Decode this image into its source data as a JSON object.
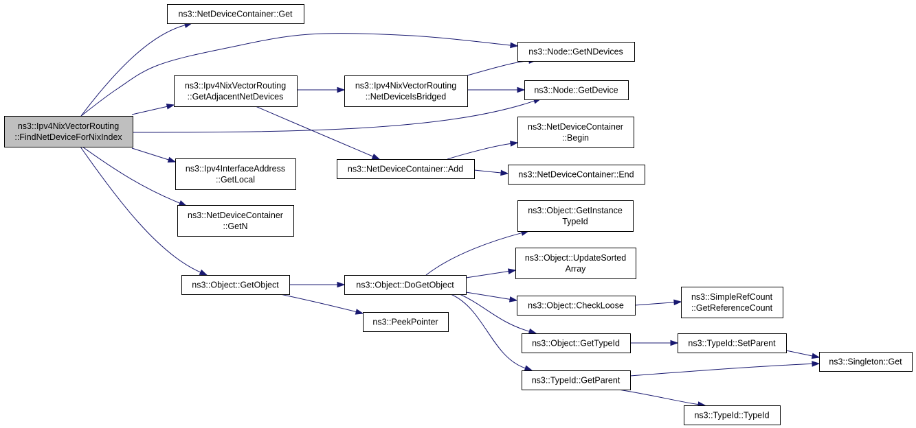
{
  "diagram": {
    "colors": {
      "edge": "#191970",
      "root_fill": "#bfbfbf",
      "node_fill": "#ffffff",
      "border": "#000000"
    },
    "nodes": [
      {
        "id": "root",
        "root": true,
        "lines": [
          "ns3::Ipv4NixVectorRouting",
          "::FindNetDeviceForNixIndex"
        ]
      },
      {
        "id": "ndc_get",
        "lines": [
          "ns3::NetDeviceContainer::Get"
        ]
      },
      {
        "id": "getadj",
        "lines": [
          "ns3::Ipv4NixVectorRouting",
          "::GetAdjacentNetDevices"
        ]
      },
      {
        "id": "ipv4_getlocal",
        "lines": [
          "ns3::Ipv4InterfaceAddress",
          "::GetLocal"
        ]
      },
      {
        "id": "ndc_getn",
        "lines": [
          "ns3::NetDeviceContainer",
          "::GetN"
        ]
      },
      {
        "id": "obj_getobject",
        "lines": [
          "ns3::Object::GetObject"
        ]
      },
      {
        "id": "isbridged",
        "lines": [
          "ns3::Ipv4NixVectorRouting",
          "::NetDeviceIsBridged"
        ]
      },
      {
        "id": "ndc_add",
        "lines": [
          "ns3::NetDeviceContainer::Add"
        ]
      },
      {
        "id": "obj_dogetobject",
        "lines": [
          "ns3::Object::DoGetObject"
        ]
      },
      {
        "id": "peekpointer",
        "lines": [
          "ns3::PeekPointer"
        ]
      },
      {
        "id": "node_getndevices",
        "lines": [
          "ns3::Node::GetNDevices"
        ]
      },
      {
        "id": "node_getdevice",
        "lines": [
          "ns3::Node::GetDevice"
        ]
      },
      {
        "id": "ndc_begin",
        "lines": [
          "ns3::NetDeviceContainer",
          "::Begin"
        ]
      },
      {
        "id": "ndc_end",
        "lines": [
          "ns3::NetDeviceContainer::End"
        ]
      },
      {
        "id": "obj_getinstancetypeid",
        "lines": [
          "ns3::Object::GetInstance",
          "TypeId"
        ]
      },
      {
        "id": "obj_updatesorted",
        "lines": [
          "ns3::Object::UpdateSorted",
          "Array"
        ]
      },
      {
        "id": "obj_checkloose",
        "lines": [
          "ns3::Object::CheckLoose"
        ]
      },
      {
        "id": "obj_gettypeid",
        "lines": [
          "ns3::Object::GetTypeId"
        ]
      },
      {
        "id": "typeid_getparent",
        "lines": [
          "ns3::TypeId::GetParent"
        ]
      },
      {
        "id": "simplerefcount",
        "lines": [
          "ns3::SimpleRefCount",
          "::GetReferenceCount"
        ]
      },
      {
        "id": "typeid_setparent",
        "lines": [
          "ns3::TypeId::SetParent"
        ]
      },
      {
        "id": "singleton_get",
        "lines": [
          "ns3::Singleton::Get"
        ]
      },
      {
        "id": "typeid_typeid",
        "lines": [
          "ns3::TypeId::TypeId"
        ]
      }
    ],
    "edges": [
      {
        "from": "root",
        "to": "ndc_get"
      },
      {
        "from": "root",
        "to": "node_getndevices"
      },
      {
        "from": "root",
        "to": "getadj"
      },
      {
        "from": "root",
        "to": "node_getdevice"
      },
      {
        "from": "root",
        "to": "ipv4_getlocal"
      },
      {
        "from": "root",
        "to": "ndc_getn"
      },
      {
        "from": "root",
        "to": "obj_getobject"
      },
      {
        "from": "getadj",
        "to": "isbridged"
      },
      {
        "from": "getadj",
        "to": "ndc_add"
      },
      {
        "from": "isbridged",
        "to": "node_getndevices"
      },
      {
        "from": "isbridged",
        "to": "node_getdevice"
      },
      {
        "from": "ndc_add",
        "to": "ndc_begin"
      },
      {
        "from": "ndc_add",
        "to": "ndc_end"
      },
      {
        "from": "obj_getobject",
        "to": "obj_dogetobject"
      },
      {
        "from": "obj_getobject",
        "to": "peekpointer"
      },
      {
        "from": "obj_dogetobject",
        "to": "obj_getinstancetypeid"
      },
      {
        "from": "obj_dogetobject",
        "to": "obj_updatesorted"
      },
      {
        "from": "obj_dogetobject",
        "to": "obj_checkloose"
      },
      {
        "from": "obj_dogetobject",
        "to": "obj_gettypeid"
      },
      {
        "from": "obj_dogetobject",
        "to": "typeid_getparent"
      },
      {
        "from": "obj_checkloose",
        "to": "simplerefcount"
      },
      {
        "from": "obj_gettypeid",
        "to": "typeid_setparent"
      },
      {
        "from": "typeid_setparent",
        "to": "singleton_get"
      },
      {
        "from": "typeid_getparent",
        "to": "singleton_get"
      },
      {
        "from": "typeid_getparent",
        "to": "typeid_typeid"
      }
    ]
  }
}
